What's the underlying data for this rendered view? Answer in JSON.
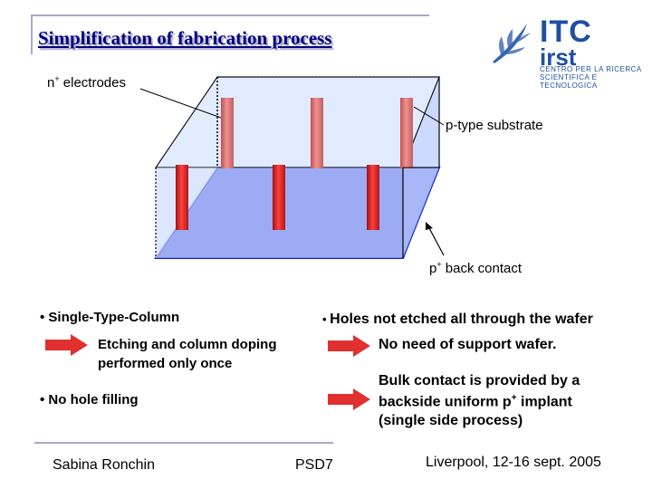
{
  "slide": {
    "title": "Simplification of fabrication process",
    "logo": {
      "name": "ITC",
      "sub": "irst",
      "line1": "CENTRO PER LA RICERCA",
      "line2": "SCIENTIFICA E TECNOLOGICA"
    },
    "diagram": {
      "n_electrodes": {
        "base": "n",
        "sup": "+",
        "rest": " electrodes"
      },
      "substrate": "p-type substrate",
      "back_contact": {
        "base": "p",
        "sup": "+",
        "rest": " back contact"
      }
    },
    "left": {
      "bullet1": "• Single-Type-Column",
      "arrow_text1": "Etching and column doping",
      "arrow_text2": "performed only once",
      "bullet2": "• No hole filling"
    },
    "right": {
      "bullet_marker": "• ",
      "bullet": "Holes not etched all through the wafer",
      "point1": "No need of support wafer.",
      "point2_line1": "Bulk contact is provided by a",
      "point2_line2_a": "backside uniform p",
      "point2_line2_sup": "+",
      "point2_line2_b": " implant",
      "point2_line3": "(single side process)"
    },
    "footer": {
      "author": "Sabina Ronchin",
      "event": "PSD7",
      "place_date": "Liverpool, 12-16 sept. 2005"
    },
    "colors": {
      "title": "#000080",
      "title_shadow": "#a9a9c8",
      "top_face": "#dde8ff",
      "bottom_face": "#6070e8",
      "column": "#e02020",
      "arrow": "#e03030",
      "logo": "#1f4fa0"
    }
  }
}
